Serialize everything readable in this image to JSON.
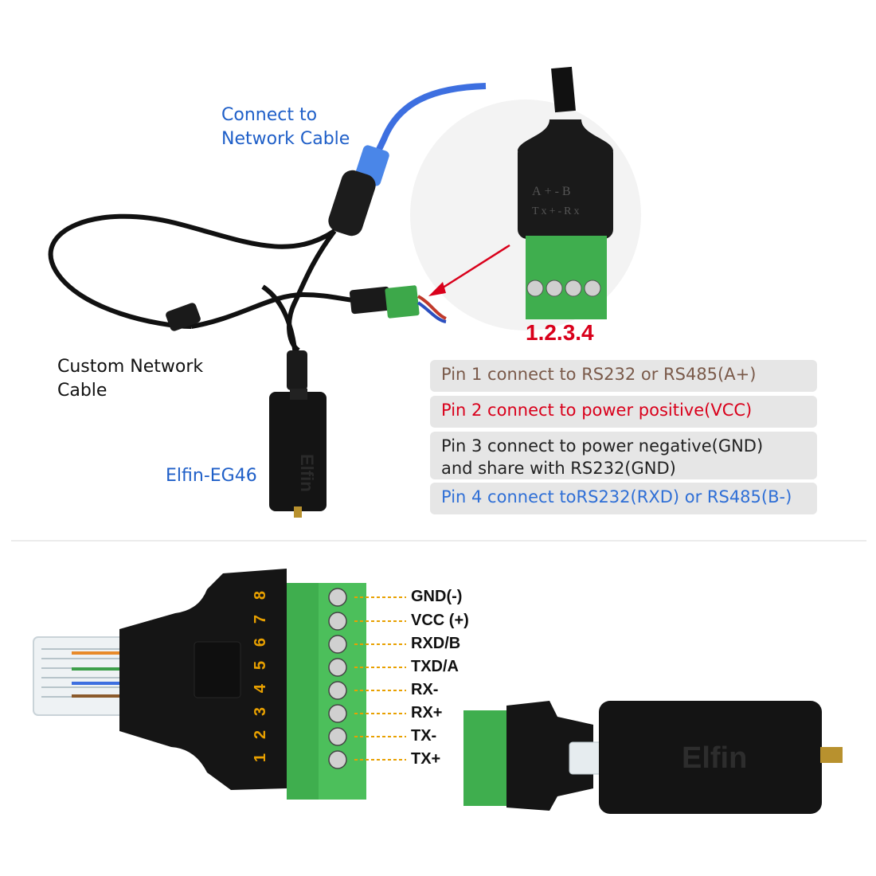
{
  "top_labels": {
    "network": [
      "Connect to",
      "Network Cable"
    ],
    "custom": [
      "Custom Network",
      "Cable"
    ],
    "device": "Elfin-EG46",
    "pin_numbers": "1.2.3.4"
  },
  "pins": [
    {
      "text": "Pin 1 connect to RS232 or RS485(A+)",
      "color": "#7a5a4a"
    },
    {
      "text": "Pin 2 connect to power positive(VCC)",
      "color": "#d9001b"
    },
    {
      "text": "Pin 3 connect to power negative(GND)",
      "text2": "and share with RS232(GND)",
      "color": "#222222"
    },
    {
      "text": "Pin 4 connect toRS232(RXD) or RS485(B-)",
      "color": "#2f6fd6"
    }
  ],
  "pinout": [
    "GND(-)",
    "VCC (+)",
    "RXD/B",
    "TXD/A",
    "RX-",
    "RX+",
    "TX-",
    "TX+"
  ],
  "adapter_digits": [
    "8",
    "7",
    "6",
    "5",
    "4",
    "3",
    "2",
    "1"
  ],
  "connector_marks": [
    "A",
    "+",
    "-",
    "B",
    "Tx",
    "+",
    "-",
    "Rx"
  ],
  "device_logo": "Elfin"
}
